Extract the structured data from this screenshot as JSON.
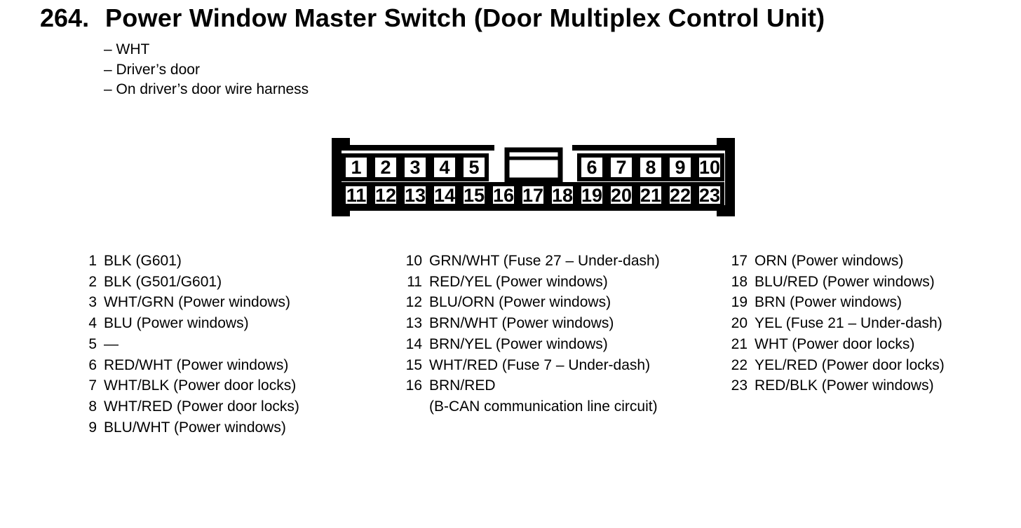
{
  "page": {
    "item_number": "264.",
    "title": "Power Window Master Switch (Door Multiplex Control Unit)",
    "notes": [
      "– WHT",
      "– Driver’s door",
      "– On driver’s door wire harness"
    ]
  },
  "connector": {
    "description": "23-pin connector pinout drawing, numbered cavities with center latch",
    "top_row_left": [
      "1",
      "2",
      "3",
      "4",
      "5"
    ],
    "top_row_right": [
      "6",
      "7",
      "8",
      "9",
      "10"
    ],
    "bottom_row": [
      "11",
      "12",
      "13",
      "14",
      "15",
      "16",
      "17",
      "18",
      "19",
      "20",
      "21",
      "22",
      "23"
    ]
  },
  "pin_table": {
    "columns": [
      {
        "pins": [
          {
            "num": "1",
            "label": "BLK (G601)"
          },
          {
            "num": "2",
            "label": "BLK (G501/G601)"
          },
          {
            "num": "3",
            "label": "WHT/GRN (Power windows)"
          },
          {
            "num": "4",
            "label": "BLU (Power windows)"
          },
          {
            "num": "5",
            "label": "—"
          },
          {
            "num": "6",
            "label": "RED/WHT (Power windows)"
          },
          {
            "num": "7",
            "label": "WHT/BLK (Power door locks)"
          },
          {
            "num": "8",
            "label": "WHT/RED (Power door locks)"
          },
          {
            "num": "9",
            "label": "BLU/WHT (Power windows)"
          }
        ]
      },
      {
        "pins": [
          {
            "num": "10",
            "label": "GRN/WHT (Fuse 27 – Under-dash)"
          },
          {
            "num": "11",
            "label": "RED/YEL (Power windows)"
          },
          {
            "num": "12",
            "label": "BLU/ORN (Power windows)"
          },
          {
            "num": "13",
            "label": "BRN/WHT (Power windows)"
          },
          {
            "num": "14",
            "label": "BRN/YEL (Power windows)"
          },
          {
            "num": "15",
            "label": "WHT/RED (Fuse 7 – Under-dash)"
          },
          {
            "num": "16",
            "label": "BRN/RED",
            "label2": "(B-CAN communication line circuit)"
          }
        ]
      },
      {
        "pins": [
          {
            "num": "17",
            "label": "ORN (Power windows)"
          },
          {
            "num": "18",
            "label": "BLU/RED (Power windows)"
          },
          {
            "num": "19",
            "label": "BRN (Power windows)"
          },
          {
            "num": "20",
            "label": "YEL (Fuse 21 – Under-dash)"
          },
          {
            "num": "21",
            "label": "WHT (Power door locks)"
          },
          {
            "num": "22",
            "label": "YEL/RED (Power door locks)"
          },
          {
            "num": "23",
            "label": "RED/BLK (Power windows)"
          }
        ]
      }
    ]
  },
  "colors": {
    "ink": "#000000",
    "paper": "#ffffff"
  }
}
